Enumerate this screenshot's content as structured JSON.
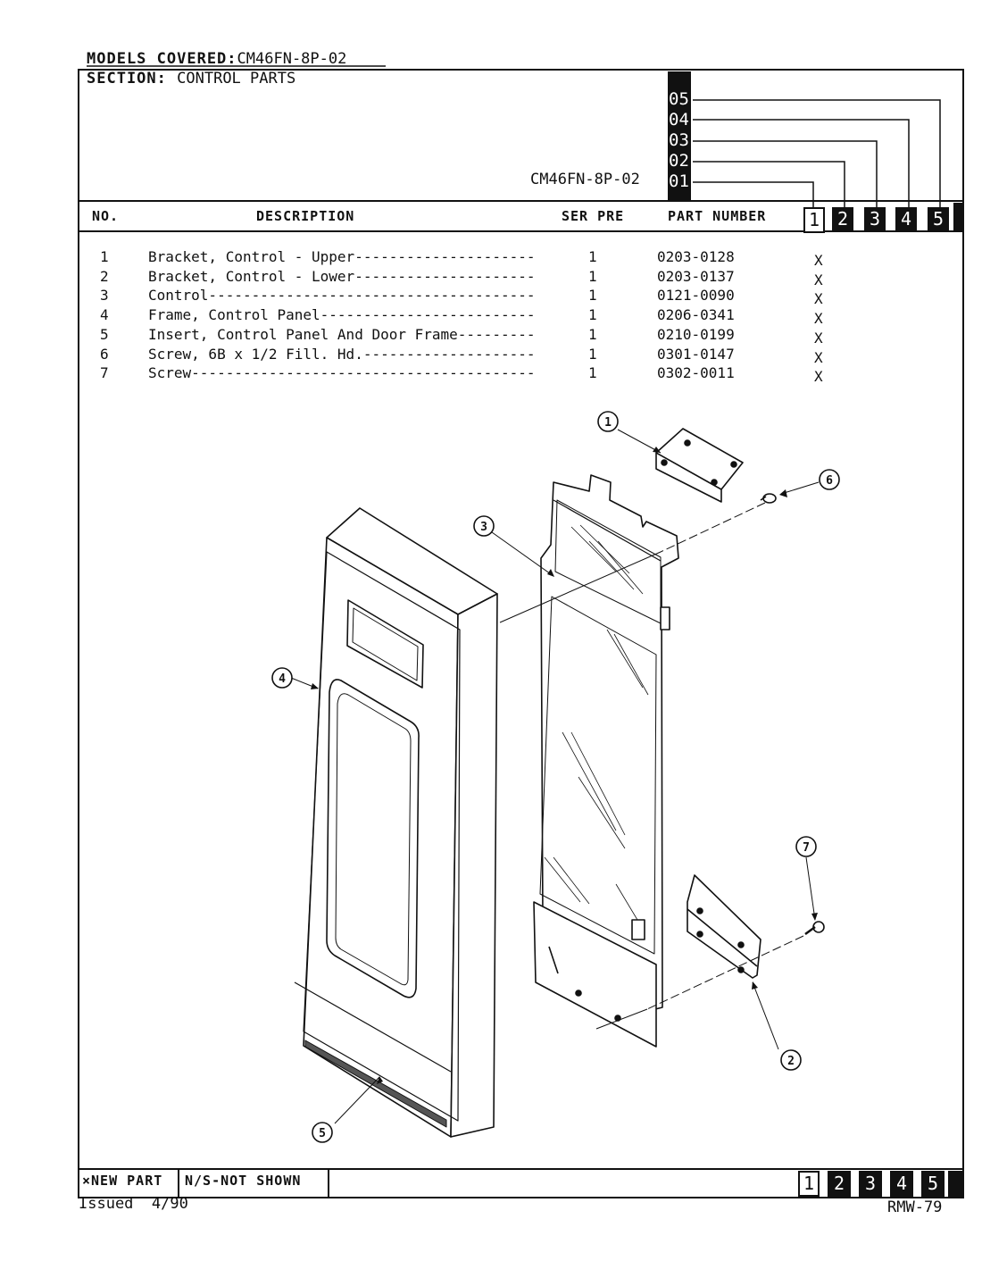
{
  "header": {
    "models_label": "MODELS COVERED:",
    "models_value": "CM46FN-8P-02",
    "section_label": "SECTION:",
    "section_value": "CONTROL PARTS",
    "model_code": "CM46FN-8P-02",
    "series_codes": [
      "05",
      "04",
      "03",
      "02",
      "01"
    ]
  },
  "columns": {
    "no": "NO.",
    "description": "DESCRIPTION",
    "ser_pre": "SER PRE",
    "part_number": "PART NUMBER",
    "model_cols": [
      "1",
      "2",
      "3",
      "4",
      "5"
    ]
  },
  "parts": [
    {
      "no": "1",
      "description": "Bracket, Control - Upper---------------------",
      "qty": "1",
      "part_number": "0203-0128",
      "mark": "X"
    },
    {
      "no": "2",
      "description": "Bracket, Control - Lower---------------------",
      "qty": "1",
      "part_number": "0203-0137",
      "mark": "X"
    },
    {
      "no": "3",
      "description": "Control--------------------------------------",
      "qty": "1",
      "part_number": "0121-0090",
      "mark": "X"
    },
    {
      "no": "4",
      "description": "Frame, Control Panel-------------------------",
      "qty": "1",
      "part_number": "0206-0341",
      "mark": "X"
    },
    {
      "no": "5",
      "description": "Insert, Control Panel And Door Frame---------",
      "qty": "1",
      "part_number": "0210-0199",
      "mark": "X"
    },
    {
      "no": "6",
      "description": "Screw, 6B x 1/2 Fill. Hd.--------------------",
      "qty": "1",
      "part_number": "0301-0147",
      "mark": "X"
    },
    {
      "no": "7",
      "description": "Screw----------------------------------------",
      "qty": "1",
      "part_number": "0302-0011",
      "mark": "X"
    }
  ],
  "callouts": [
    "1",
    "2",
    "3",
    "4",
    "5",
    "6",
    "7"
  ],
  "footer": {
    "new_part": "×NEW PART",
    "not_shown": "N/S-NOT SHOWN",
    "model_cols": [
      "1",
      "2",
      "3",
      "4",
      "5"
    ],
    "issued": "Issued  4/90",
    "doc_id": "RMW-79"
  }
}
